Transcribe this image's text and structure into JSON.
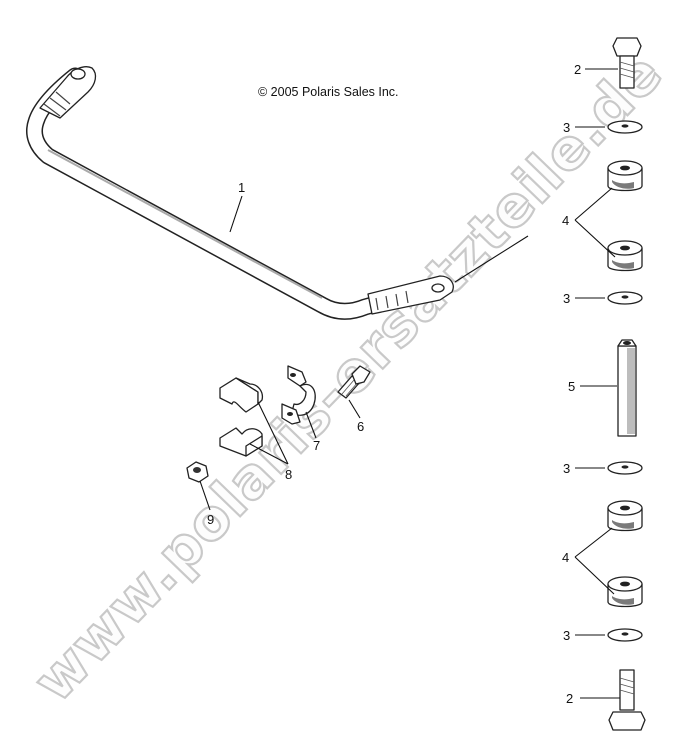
{
  "copyright": "© 2005 Polaris Sales Inc.",
  "watermark": "www.polaris-ersatzteile.de",
  "callouts": {
    "c1": "1",
    "c2a": "2",
    "c3a": "3",
    "c4a": "4",
    "c3b": "3",
    "c5": "5",
    "c3c": "3",
    "c4b": "4",
    "c3d": "3",
    "c2b": "2",
    "c6": "6",
    "c7": "7",
    "c8": "8",
    "c9": "9"
  }
}
